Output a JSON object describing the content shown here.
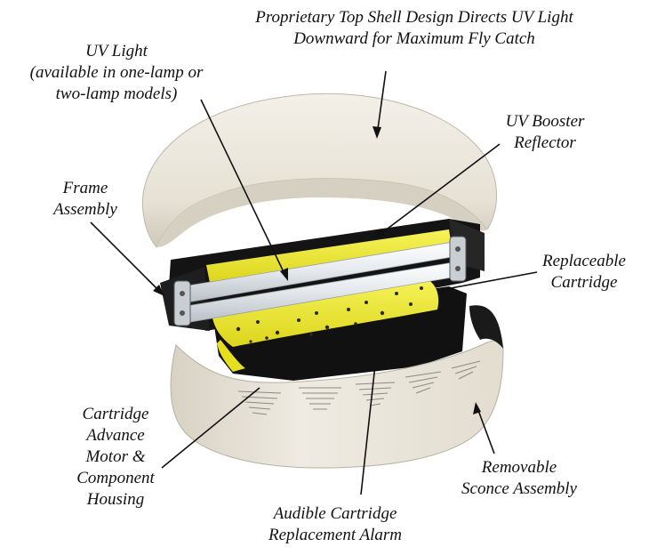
{
  "colors": {
    "background": "#ffffff",
    "shell": "#ebe7dc",
    "shell_shadow": "#cfc9bb",
    "frame": "#111111",
    "cartridge": "#f2ee2c",
    "lamp": "#f4f6f8",
    "leader": "#111111",
    "text": "#111111"
  },
  "callouts": {
    "top_shell": "Proprietary Top Shell Design Directs UV Light\nDownward for Maximum Fly Catch",
    "uv_light": "UV Light\n(available in one-lamp or\ntwo-lamp models)",
    "booster": "UV Booster\nReflector",
    "frame": "Frame\nAssembly",
    "cartridge": "Replaceable\nCartridge",
    "motor": "Cartridge\nAdvance\nMotor &\nComponent\nHousing",
    "alarm": "Audible Cartridge\nReplacement Alarm",
    "sconce": "Removable\nSconce Assembly"
  }
}
